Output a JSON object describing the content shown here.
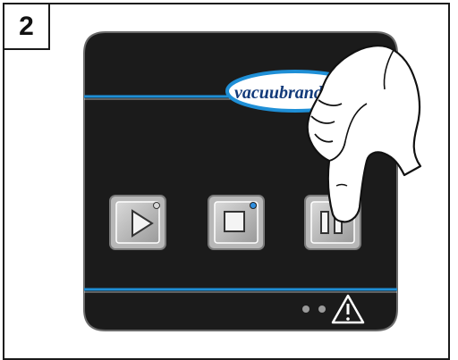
{
  "step_number": "2",
  "brand_text": "vacuubrand",
  "panel": {
    "accent_color": "#1f8fd6",
    "panel_color": "#1b1b1b",
    "buttons": [
      {
        "name": "start-button",
        "icon": "play-icon",
        "indicator": "off"
      },
      {
        "name": "stop-button",
        "icon": "stop-icon",
        "indicator": "on"
      },
      {
        "name": "pause-button",
        "icon": "pause-icon",
        "indicator": "none"
      }
    ],
    "status_icons": [
      "led-1",
      "led-2",
      "warning-triangle-icon"
    ]
  },
  "hand": "pointing-hand-pressing-pause"
}
